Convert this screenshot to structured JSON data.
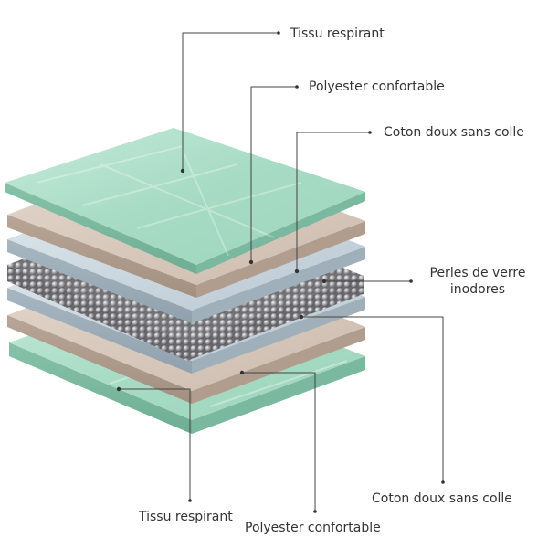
{
  "callouts": {
    "top_breathable": "Tissu respirant",
    "top_polyester": "Polyester confortable",
    "top_cotton": "Coton doux sans colle",
    "glass_beads_line1": "Perles de verre",
    "glass_beads_line2": "inodores",
    "bottom_cotton": "Coton doux sans colle",
    "bottom_breathable": "Tissu respirant",
    "bottom_polyester": "Polyester confortable"
  },
  "colors": {
    "mint_fabric": "#a9dcc6",
    "beige_polyester": "#d8c8bb",
    "cotton_blue_grey": "#c9d6de",
    "glass_beads": "#8f8f93",
    "leader_line": "#444444",
    "label_text": "#333333"
  }
}
